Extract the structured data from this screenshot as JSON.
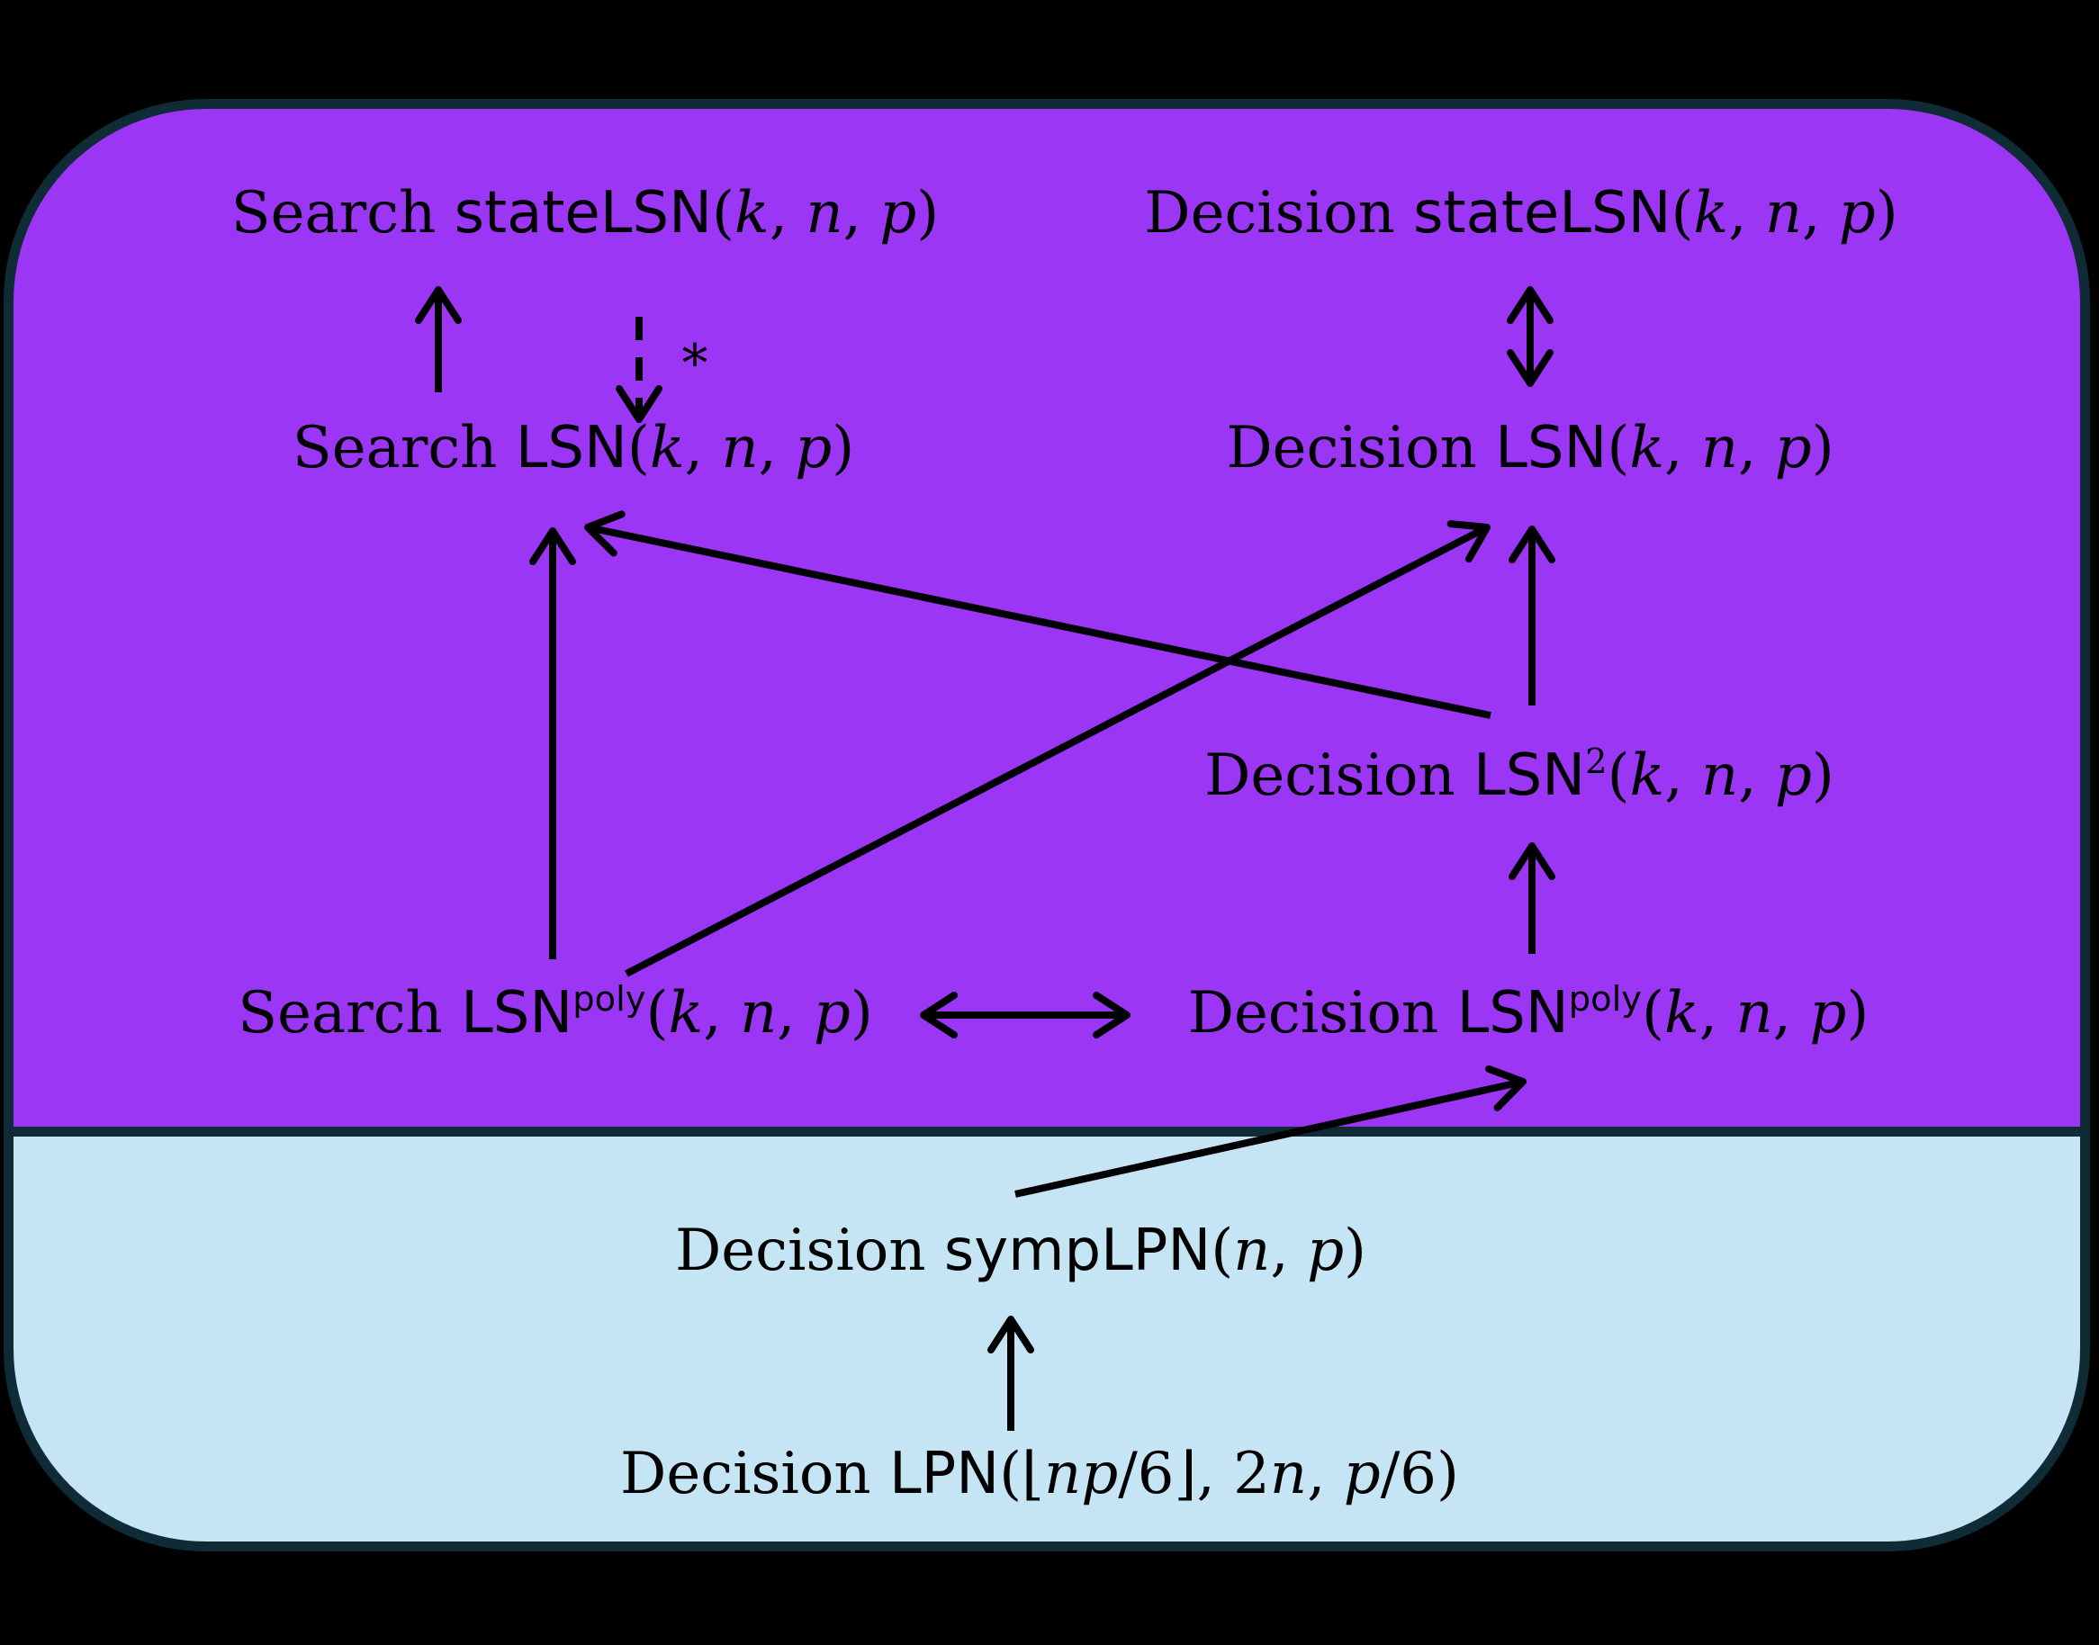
{
  "colors": {
    "bg": "#000000",
    "purple": "#9a36f4",
    "blue": "#c5e4f4",
    "line": "#0e2b36",
    "ink": "#000000"
  },
  "regions": [
    {
      "id": "upper",
      "fill": "#9a36f4"
    },
    {
      "id": "lower",
      "fill": "#c5e4f4"
    }
  ],
  "nodes": [
    {
      "id": "search-statelsn",
      "text": "Search stateLSN(k, n, p)",
      "parts": [
        {
          "t": "Search ",
          "f": "rm"
        },
        {
          "t": "stateLSN",
          "f": "sf"
        },
        {
          "t": "(",
          "f": "rm"
        },
        {
          "t": "k",
          "f": "it"
        },
        {
          "t": ", ",
          "f": "rm"
        },
        {
          "t": "n",
          "f": "it"
        },
        {
          "t": ", ",
          "f": "rm"
        },
        {
          "t": "p",
          "f": "it"
        },
        {
          "t": ")",
          "f": "rm"
        }
      ]
    },
    {
      "id": "decision-statelsn",
      "text": "Decision stateLSN(k, n, p)",
      "parts": [
        {
          "t": "Decision ",
          "f": "rm"
        },
        {
          "t": "stateLSN",
          "f": "sf"
        },
        {
          "t": "(",
          "f": "rm"
        },
        {
          "t": "k",
          "f": "it"
        },
        {
          "t": ", ",
          "f": "rm"
        },
        {
          "t": "n",
          "f": "it"
        },
        {
          "t": ", ",
          "f": "rm"
        },
        {
          "t": "p",
          "f": "it"
        },
        {
          "t": ")",
          "f": "rm"
        }
      ]
    },
    {
      "id": "search-lsn",
      "text": "Search LSN(k, n, p)",
      "parts": [
        {
          "t": "Search ",
          "f": "rm"
        },
        {
          "t": "LSN",
          "f": "sf"
        },
        {
          "t": "(",
          "f": "rm"
        },
        {
          "t": "k",
          "f": "it"
        },
        {
          "t": ", ",
          "f": "rm"
        },
        {
          "t": "n",
          "f": "it"
        },
        {
          "t": ", ",
          "f": "rm"
        },
        {
          "t": "p",
          "f": "it"
        },
        {
          "t": ")",
          "f": "rm"
        }
      ]
    },
    {
      "id": "decision-lsn",
      "text": "Decision LSN(k, n, p)",
      "parts": [
        {
          "t": "Decision ",
          "f": "rm"
        },
        {
          "t": "LSN",
          "f": "sf"
        },
        {
          "t": "(",
          "f": "rm"
        },
        {
          "t": "k",
          "f": "it"
        },
        {
          "t": ", ",
          "f": "rm"
        },
        {
          "t": "n",
          "f": "it"
        },
        {
          "t": ", ",
          "f": "rm"
        },
        {
          "t": "p",
          "f": "it"
        },
        {
          "t": ")",
          "f": "rm"
        }
      ]
    },
    {
      "id": "decision-lsn2",
      "text": "Decision LSN²(k, n, p)",
      "parts": [
        {
          "t": "Decision ",
          "f": "rm"
        },
        {
          "t": "LSN",
          "f": "sf"
        },
        {
          "t": "2",
          "f": "sup-rm"
        },
        {
          "t": "(",
          "f": "rm"
        },
        {
          "t": "k",
          "f": "it"
        },
        {
          "t": ", ",
          "f": "rm"
        },
        {
          "t": "n",
          "f": "it"
        },
        {
          "t": ", ",
          "f": "rm"
        },
        {
          "t": "p",
          "f": "it"
        },
        {
          "t": ")",
          "f": "rm"
        }
      ]
    },
    {
      "id": "search-lsnpoly",
      "text": "Search LSNpoly(k, n, p)",
      "parts": [
        {
          "t": "Search ",
          "f": "rm"
        },
        {
          "t": "LSN",
          "f": "sf"
        },
        {
          "t": "poly",
          "f": "sup-sf"
        },
        {
          "t": "(",
          "f": "rm"
        },
        {
          "t": "k",
          "f": "it"
        },
        {
          "t": ", ",
          "f": "rm"
        },
        {
          "t": "n",
          "f": "it"
        },
        {
          "t": ", ",
          "f": "rm"
        },
        {
          "t": "p",
          "f": "it"
        },
        {
          "t": ")",
          "f": "rm"
        }
      ]
    },
    {
      "id": "decision-lsnpoly",
      "text": "Decision LSNpoly(k, n, p)",
      "parts": [
        {
          "t": "Decision ",
          "f": "rm"
        },
        {
          "t": "LSN",
          "f": "sf"
        },
        {
          "t": "poly",
          "f": "sup-sf"
        },
        {
          "t": "(",
          "f": "rm"
        },
        {
          "t": "k",
          "f": "it"
        },
        {
          "t": ", ",
          "f": "rm"
        },
        {
          "t": "n",
          "f": "it"
        },
        {
          "t": ", ",
          "f": "rm"
        },
        {
          "t": "p",
          "f": "it"
        },
        {
          "t": ")",
          "f": "rm"
        }
      ]
    },
    {
      "id": "decision-symplpn",
      "text": "Decision sympLPN(n, p)",
      "parts": [
        {
          "t": "Decision ",
          "f": "rm"
        },
        {
          "t": "sympLPN",
          "f": "sf"
        },
        {
          "t": "(",
          "f": "rm"
        },
        {
          "t": "n",
          "f": "it"
        },
        {
          "t": ", ",
          "f": "rm"
        },
        {
          "t": "p",
          "f": "it"
        },
        {
          "t": ")",
          "f": "rm"
        }
      ]
    },
    {
      "id": "decision-lpn",
      "text": "Decision LPN(⌊np/6⌋, 2n, p/6)",
      "parts": [
        {
          "t": "Decision ",
          "f": "rm"
        },
        {
          "t": "LPN",
          "f": "sf"
        },
        {
          "t": "(⌊",
          "f": "rm"
        },
        {
          "t": "np",
          "f": "it"
        },
        {
          "t": "/6⌋, 2",
          "f": "rm"
        },
        {
          "t": "n",
          "f": "it"
        },
        {
          "t": ", ",
          "f": "rm"
        },
        {
          "t": "p",
          "f": "it"
        },
        {
          "t": "/6)",
          "f": "rm"
        }
      ]
    }
  ],
  "edges": [
    {
      "from": "search-lsn",
      "to": "search-statelsn",
      "style": "solid",
      "heads": "end",
      "label": ""
    },
    {
      "from": "search-statelsn",
      "to": "search-lsn",
      "style": "dashed",
      "heads": "end",
      "label": "∗"
    },
    {
      "from": "decision-statelsn",
      "to": "decision-lsn",
      "style": "solid",
      "heads": "both",
      "label": ""
    },
    {
      "from": "search-lsnpoly",
      "to": "search-lsn",
      "style": "solid",
      "heads": "end",
      "label": ""
    },
    {
      "from": "search-lsnpoly",
      "to": "decision-lsn",
      "style": "solid",
      "heads": "end",
      "label": ""
    },
    {
      "from": "decision-lsn2",
      "to": "search-lsn",
      "style": "solid",
      "heads": "end",
      "label": ""
    },
    {
      "from": "decision-lsn2",
      "to": "decision-lsn",
      "style": "solid",
      "heads": "end",
      "label": ""
    },
    {
      "from": "decision-lsnpoly",
      "to": "decision-lsn2",
      "style": "solid",
      "heads": "end",
      "label": ""
    },
    {
      "from": "search-lsnpoly",
      "to": "decision-lsnpoly",
      "style": "solid",
      "heads": "both",
      "label": ""
    },
    {
      "from": "decision-symplpn",
      "to": "decision-lsnpoly",
      "style": "solid",
      "heads": "end",
      "label": ""
    },
    {
      "from": "decision-lpn",
      "to": "decision-symplpn",
      "style": "solid",
      "heads": "end",
      "label": ""
    }
  ]
}
